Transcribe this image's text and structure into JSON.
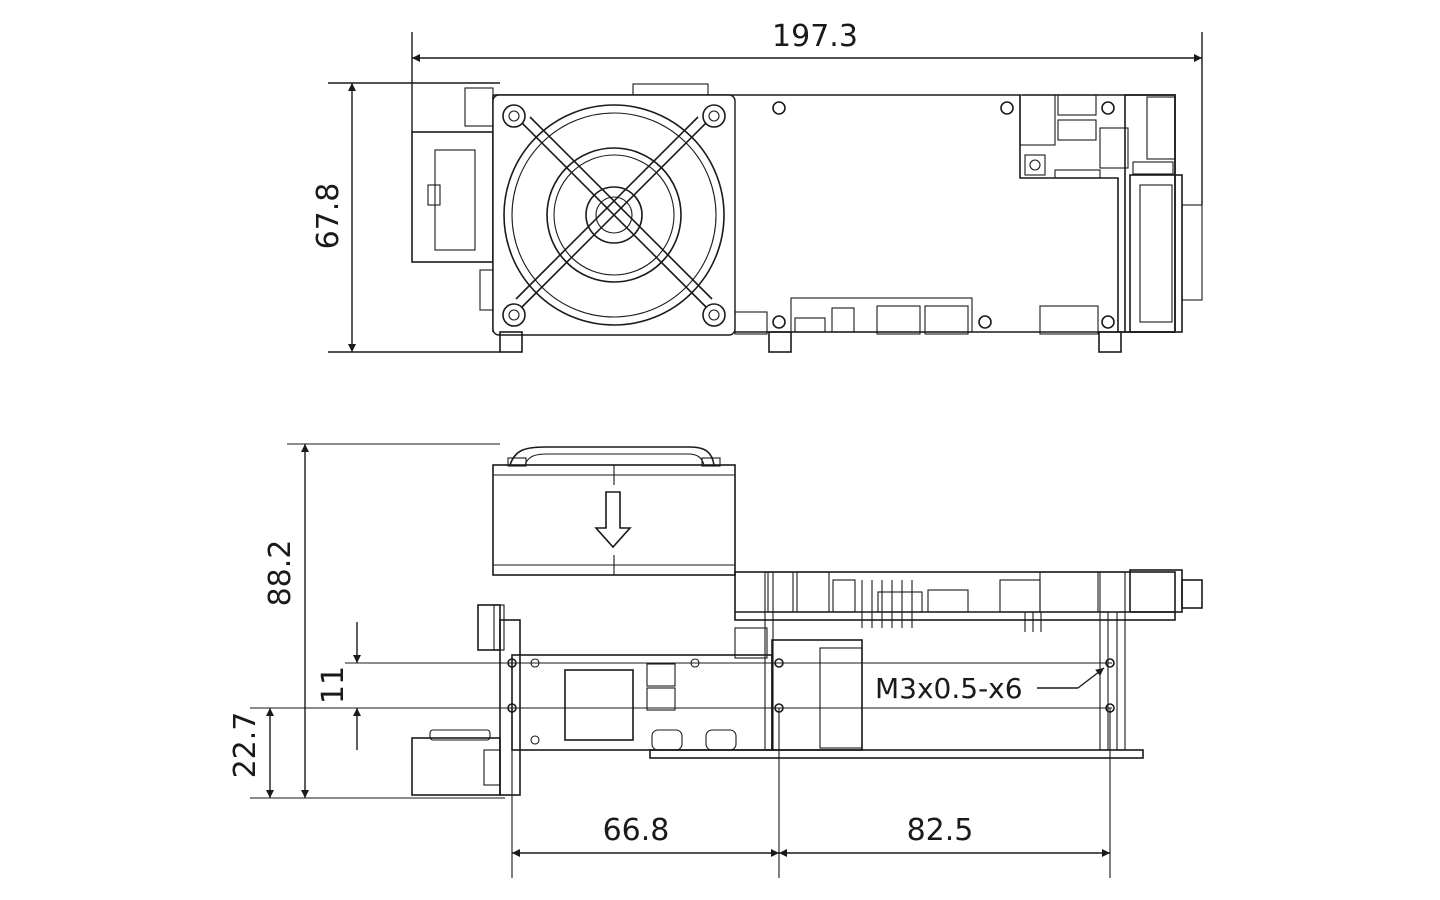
{
  "dimensions": {
    "overall_length": "197.3",
    "top_height": "67.8",
    "side_height": "88.2",
    "hole_spacing_vertical": "11",
    "hole_height_from_base": "22.7",
    "hole_spacing_left": "66.8",
    "hole_spacing_right": "82.5"
  },
  "annotations": {
    "screw_callout": "M3x0.5-x6"
  },
  "icons": {
    "airflow_arrow": "down-arrow-icon",
    "fan": "fan-icon"
  },
  "colors": {
    "line": "#1a1a1a",
    "background": "#ffffff"
  }
}
